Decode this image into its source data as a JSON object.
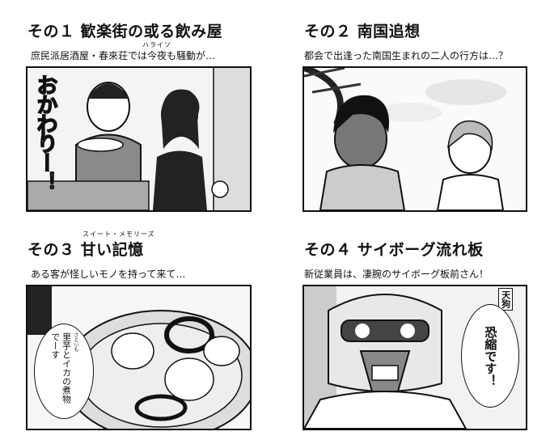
{
  "entries": [
    {
      "title": "その１ 歓楽街の或る飲み屋",
      "ruby": "ハライソ",
      "caption": "庶民派居酒屋・春來荘では今夜も騒動が…",
      "sfx": "おかわりー！"
    },
    {
      "title": "その２ 南国追想",
      "caption": "都会で出逢った南国生まれの二人の行方は…？"
    },
    {
      "title": "その３ 甘い記憶",
      "ruby": "スイート・メモリーズ",
      "caption": "ある客が怪しいモノを持って来て…",
      "balloon_ruby": "さといも",
      "balloon": "里芋とイカの煮物でーす"
    },
    {
      "title": "その４ サイボーグ流れ板",
      "caption": "新従業員は、凄腕のサイボーグ板前さん！",
      "balloon": "恐縮です！",
      "sign": "天狗"
    }
  ]
}
